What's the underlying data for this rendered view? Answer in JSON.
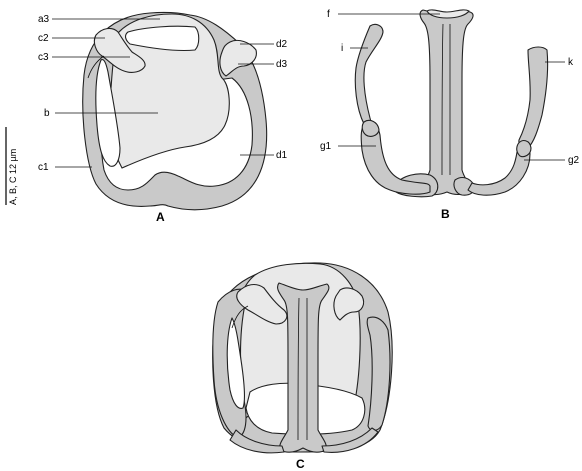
{
  "scale_bar": {
    "label": "A, B, C 12 µm"
  },
  "panels": {
    "a": "A",
    "b": "B",
    "c": "C"
  },
  "labels": {
    "a3": "a3",
    "c2": "c2",
    "c3": "c3",
    "b": "b",
    "c1": "c1",
    "d2": "d2",
    "d3": "d3",
    "d1": "d1",
    "f": "f",
    "i": "i",
    "g1": "g1",
    "k": "k",
    "g2": "g2"
  },
  "colors": {
    "light_fill": "#e9e9e9",
    "dark_fill": "#c9c9c9",
    "outline": "#222222"
  }
}
